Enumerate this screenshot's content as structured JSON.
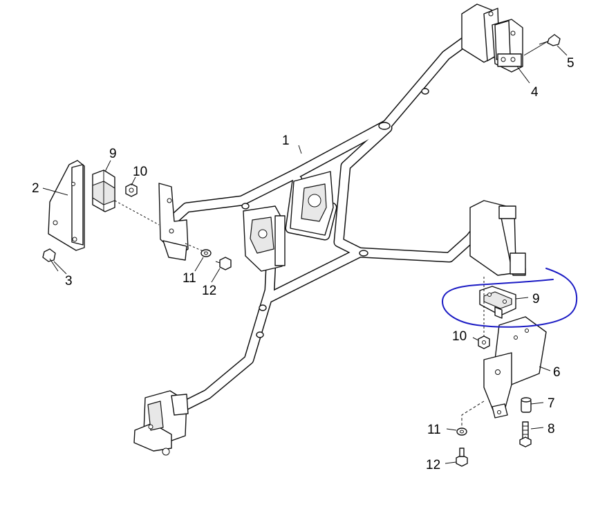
{
  "diagram": {
    "callouts": {
      "p1": "1",
      "p2": "2",
      "p3": "3",
      "p4": "4",
      "p5": "5",
      "p6": "6",
      "p7": "7",
      "p8": "8",
      "p9_left": "9",
      "p9_right": "9",
      "p10_left": "10",
      "p10_right": "10",
      "p11_left": "11",
      "p11_right": "11",
      "p12_left": "12",
      "p12_right": "12"
    },
    "highlight": {
      "color": "#1b1bc4",
      "encircles": "9"
    },
    "ink_color": "#111111"
  }
}
